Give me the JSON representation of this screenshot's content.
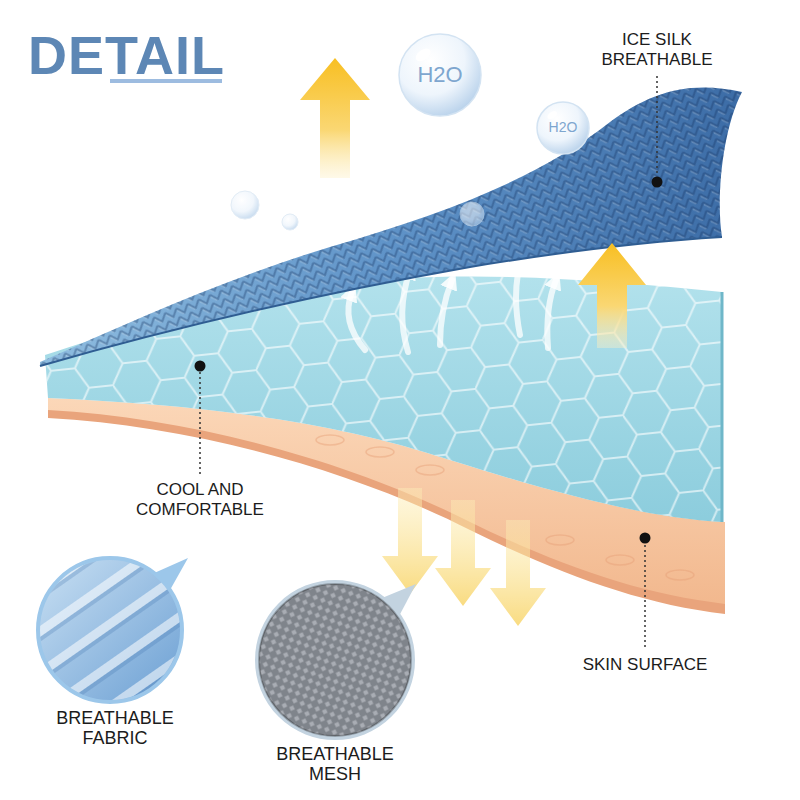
{
  "diagram": {
    "title": "DETAIL",
    "nodes": [
      {
        "text": [
          "H2O"
        ]
      },
      {
        "text": [
          "H2O"
        ]
      },
      {
        "text": [
          "BREATHABLE FABRIC"
        ]
      },
      {
        "text": [
          "BREATHABLE MESH"
        ]
      }
    ],
    "labels": [
      "ICE SILK BREATHABLE",
      "COOL AND COMFORTABLE",
      "SKIN SURFACE"
    ]
  }
}
